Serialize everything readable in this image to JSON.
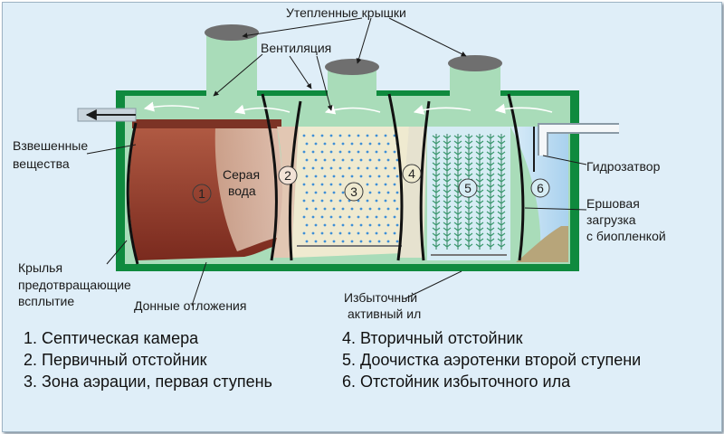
{
  "labels": {
    "insulated_covers": "Утепленные крышки",
    "ventilation": "Вентиляция",
    "suspended_1": "Взвешенные",
    "suspended_2": "вещества",
    "grey_1": "Серая",
    "grey_2": "вода",
    "water_seal": "Гидрозатвор",
    "brush_1": "Ершовая",
    "brush_2": "загрузка",
    "brush_3": "с биопленкой",
    "wings_1": "Крылья",
    "wings_2": "предотвращающие",
    "wings_3": "всплытие",
    "bottom_deposits": "Донные отложения",
    "excess_1": "Избыточный",
    "excess_2": "активный ил"
  },
  "chamber_numbers": [
    "1",
    "2",
    "3",
    "4",
    "5",
    "6"
  ],
  "legend": [
    "1. Септическая камера",
    "2. Первичный отстойник",
    "3. Зона аэрации, первая ступень",
    "4. Вторичный отстойник",
    "5. Доочистка аэротенки второй ступени",
    "6. Отстойник избыточного ила"
  ],
  "colors": {
    "tank_green": "#a9dcb9",
    "wall_green": "#0f8a3e",
    "cover_grey": "#6f6f6f",
    "sludge_brown": "#8e3a2a",
    "grey_water": "#d9b9a6",
    "aeration_beige": "#efead0",
    "bubble_blue": "#3f8fd6",
    "settler_blue": "#bcdcf2"
  }
}
